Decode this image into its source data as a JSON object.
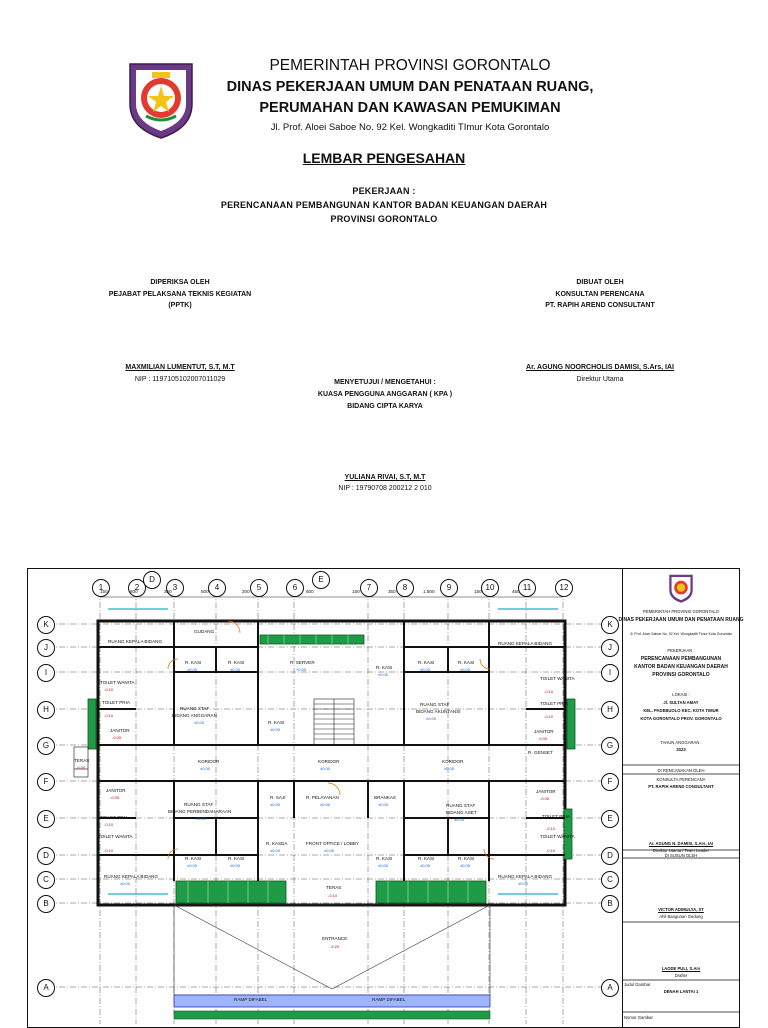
{
  "header": {
    "government": "PEMERINTAH PROVINSI GORONTALO",
    "department_line1": "DINAS PEKERJAAN UMUM DAN PENATAAN RUANG,",
    "department_line2": "PERUMAHAN DAN KAWASAN PEMUKIMAN",
    "address": "Jl. Prof. Aloei Saboe No. 92 Kel. Wongkaditi TImur Kota Gorontalo"
  },
  "document": {
    "title": "LEMBAR PENGESAHAN",
    "work_label": "PEKERJAAN :",
    "work_line1": "PERENCANAAN PEMBANGUNAN KANTOR BADAN KEUANGAN DAERAH",
    "work_line2": "PROVINSI GORONTALO"
  },
  "signatures": {
    "checked": {
      "role": "DIPERIKSA OLEH",
      "position": "PEJABAT PELAKSANA TEKNIS KEGIATAN",
      "abbr": "(PPTK)",
      "name": "MAXMILIAN LUMENTUT, S.T, M.T",
      "nip": "NIP : 1197105102007011029"
    },
    "made": {
      "role": "DIBUAT OLEH",
      "position": "KONSULTAN PERENCANA",
      "company": "PT. RAPIH AREND CONSULTANT",
      "name": "Ar. AGUNG NOORCHOLIS DAMISI, S.Ars, IAI",
      "title": "Direktur Utama"
    },
    "approved": {
      "role": "MENYETUJUI / MENGETAHUI :",
      "position": "KUASA PENGGUNA ANGGARAN ( KPA )",
      "field": "BIDANG CIPTA KARYA",
      "name": "YULIANA RIVAI, S.T, M.T",
      "nip": "NIP : 19790708 200212 2 010"
    }
  },
  "drawing": {
    "grid_columns": [
      "1",
      "2",
      "3",
      "4",
      "5",
      "6",
      "7",
      "8",
      "9",
      "10",
      "11",
      "12"
    ],
    "grid_special_cols": [
      "D",
      "E"
    ],
    "grid_rows": [
      "K",
      "J",
      "I",
      "H",
      "G",
      "F",
      "E",
      "D",
      "C",
      "B",
      "A"
    ],
    "grid_row_special": [
      "C",
      "B",
      "A"
    ],
    "top_dimensions": [
      "150",
      "600",
      "350",
      "500",
      "200",
      "600",
      "150",
      "350",
      "1.500",
      "150",
      "450"
    ],
    "rooms": {
      "kepala_kiri_atas": "RUANG KEPALA BIDANG",
      "gudang": "GUDANG",
      "kasi_1": "R. KASI",
      "kasi_2": "R. KASI",
      "server": "R. SERVER",
      "kasi_3": "R. KASI",
      "kasi_4": "R. KASI",
      "kasi_5": "R. KASI",
      "kepala_kanan_atas": "RUANG KEPALA BIDANG",
      "toilet_wanita": "TOILET WANITA",
      "toilet_pria": "TOILET PRIA",
      "staf_anggaran_1": "RUANG STAF",
      "staf_anggaran_2": "BIDANG ANGGARAN",
      "kasi_6": "R. KASI",
      "staf_akuntansi_1": "RUANG STAF",
      "staf_akuntansi_2": "BIDANG AKUNTANSI",
      "janitor": "JANITOR",
      "teras_kiri": "TERAS",
      "korido_1": "KORIDOR",
      "korido_2": "KORIDOR",
      "korido_3": "KORIDOR",
      "genset": "R. GENSET",
      "staf_perbendaharaan_1": "RUANG STAF",
      "staf_perbendaharaan_2": "BIDANG PERBENDAHARAAN",
      "saji": "R. SAJI",
      "pelayanan": "R. PELAYANAN",
      "brankas": "BRANKAS",
      "staf_aset_1": "RUANG STAF",
      "staf_aset_2": "BIDANG ASET",
      "kasda": "R. KASDA",
      "front_office": "FRONT OFFICE / LOBBY",
      "kepala_kiri_bawah": "RUANG KEPALA BIDANG",
      "kepala_kanan_bawah": "RUANG KEPALA BIDANG",
      "teras": "TERAS",
      "entrance": "ENTRANCE",
      "ramp_kiri": "RAMP DIFABEL",
      "ramp_kanan": "RAMP DIFABEL"
    },
    "levels": {
      "plus0": "±0.00",
      "toilet": "-0.10",
      "janitor": "-0.05",
      "server": "+0.00",
      "teras": "-0.10",
      "entrance": "-0.20",
      "teras_kiri": "-0.05"
    }
  },
  "title_block": {
    "gov": "PEMERINTAH PROVINSI GORONTALO",
    "dept": "DINAS PEKERJAAN UMUM DAN PENATAAN RUANG",
    "address": "Jl. Prof. Aloei Saboe No. 92 Kel. Wongkaditi Timur Kota Gorontalo",
    "work_label": "PEKERJAAN :",
    "work1": "PERENCANAAN PEMBANGUNAN",
    "work2": "KANTOR BADAN KEUANGAN DAERAH",
    "work3": "PROVINSI GORONTALO",
    "loc_label": "LOKASI :",
    "loc1": "Jl. SULTAN AMAY",
    "loc2": "KEL. PADEBUOLO KEC. KOTA TIMUR",
    "loc3": "KOTA GORONTALO PROV. GORONTALO",
    "year_label": "TAHUN ANGGARAN :",
    "year": "2023",
    "planned_label": "DI RENCANAKAN OLEH",
    "consultant_label": "KONSULTA PERENCANA",
    "consultant": "PT. RAPIH AREND CONSULTANT",
    "director_name": "Ar. AGUNG N. DAMISI, S.Ars, IAI",
    "director_title": "Direktur Utama / Team Leader",
    "drawn_label": "DI SUSUN OLEH",
    "expert_name": "VICTOR ADIMULYA, ST",
    "expert_title": "Ahli Bangunan Gedung",
    "drafter_name": "LAODE PULI, S.Ars",
    "drafter_title": "Drafter",
    "sheet_label": "Judul Gambar",
    "sheet_title": "DENAH LANTAI 1",
    "scale_label": "Nomor Gambar"
  }
}
